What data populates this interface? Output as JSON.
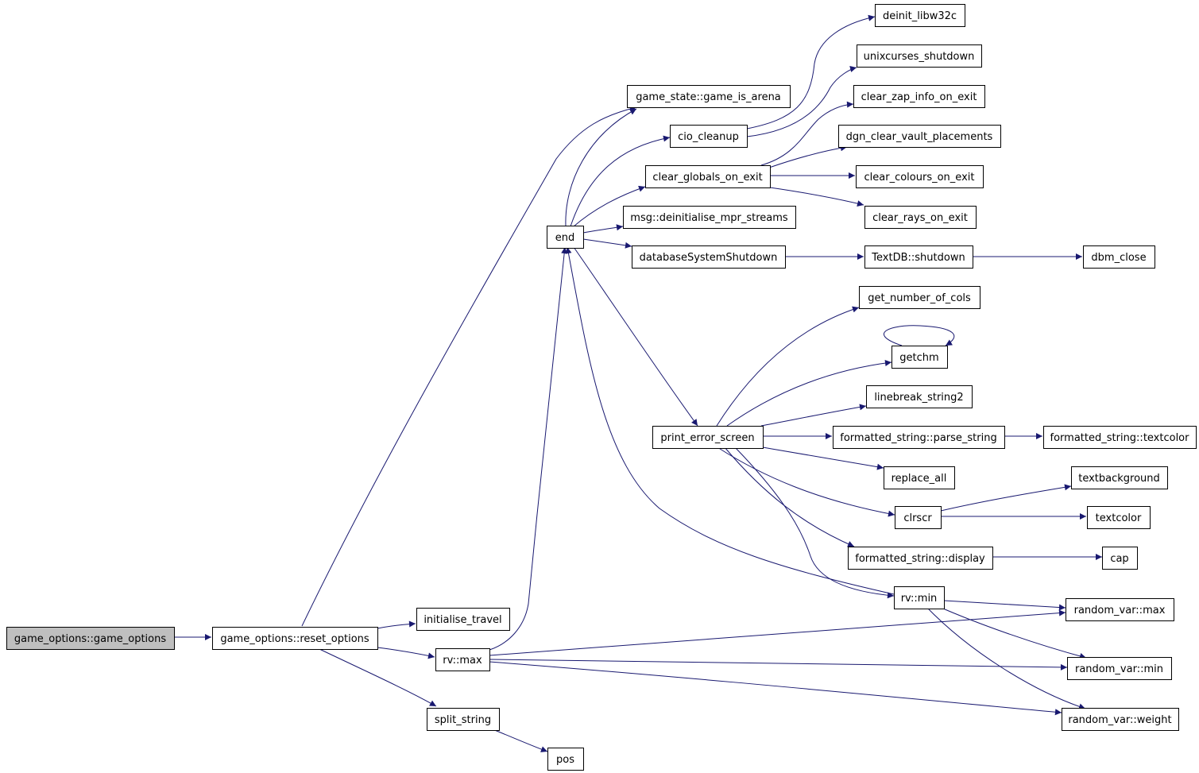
{
  "graph": {
    "title": "",
    "colors": {
      "edge": "#191970",
      "root_fill": "#bfbfbf",
      "node_fill": "#ffffff",
      "node_border": "#000000"
    },
    "nodes": [
      {
        "id": "game_options_ctor",
        "label": "game_options::game_options",
        "root": true
      },
      {
        "id": "reset_options",
        "label": "game_options::reset_options"
      },
      {
        "id": "initialise_travel",
        "label": "initialise_travel"
      },
      {
        "id": "rv_max",
        "label": "rv::max"
      },
      {
        "id": "split_string",
        "label": "split_string"
      },
      {
        "id": "pos",
        "label": "pos"
      },
      {
        "id": "end",
        "label": "end"
      },
      {
        "id": "game_is_arena",
        "label": "game_state::game_is_arena"
      },
      {
        "id": "cio_cleanup",
        "label": "cio_cleanup"
      },
      {
        "id": "clear_globals_on_exit",
        "label": "clear_globals_on_exit"
      },
      {
        "id": "msg_deinit",
        "label": "msg::deinitialise_mpr_streams"
      },
      {
        "id": "db_shutdown",
        "label": "databaseSystemShutdown"
      },
      {
        "id": "deinit_libw32c",
        "label": "deinit_libw32c"
      },
      {
        "id": "unixcurses_shutdown",
        "label": "unixcurses_shutdown"
      },
      {
        "id": "clear_zap",
        "label": "clear_zap_info_on_exit"
      },
      {
        "id": "dgn_clear",
        "label": "dgn_clear_vault_placements"
      },
      {
        "id": "clear_colours",
        "label": "clear_colours_on_exit"
      },
      {
        "id": "clear_rays",
        "label": "clear_rays_on_exit"
      },
      {
        "id": "textdb_shutdown",
        "label": "TextDB::shutdown"
      },
      {
        "id": "dbm_close",
        "label": "dbm_close"
      },
      {
        "id": "print_error_screen",
        "label": "print_error_screen"
      },
      {
        "id": "get_number_of_cols",
        "label": "get_number_of_cols"
      },
      {
        "id": "getchm",
        "label": "getchm"
      },
      {
        "id": "linebreak_string2",
        "label": "linebreak_string2"
      },
      {
        "id": "parse_string",
        "label": "formatted_string::parse_string"
      },
      {
        "id": "fs_textcolor",
        "label": "formatted_string::textcolor"
      },
      {
        "id": "replace_all",
        "label": "replace_all"
      },
      {
        "id": "clrscr",
        "label": "clrscr"
      },
      {
        "id": "textbackground",
        "label": "textbackground"
      },
      {
        "id": "textcolor",
        "label": "textcolor"
      },
      {
        "id": "fs_display",
        "label": "formatted_string::display"
      },
      {
        "id": "cap",
        "label": "cap"
      },
      {
        "id": "rv_min",
        "label": "rv::min"
      },
      {
        "id": "random_var_max",
        "label": "random_var::max"
      },
      {
        "id": "random_var_min",
        "label": "random_var::min"
      },
      {
        "id": "random_var_weight",
        "label": "random_var::weight"
      }
    ]
  }
}
